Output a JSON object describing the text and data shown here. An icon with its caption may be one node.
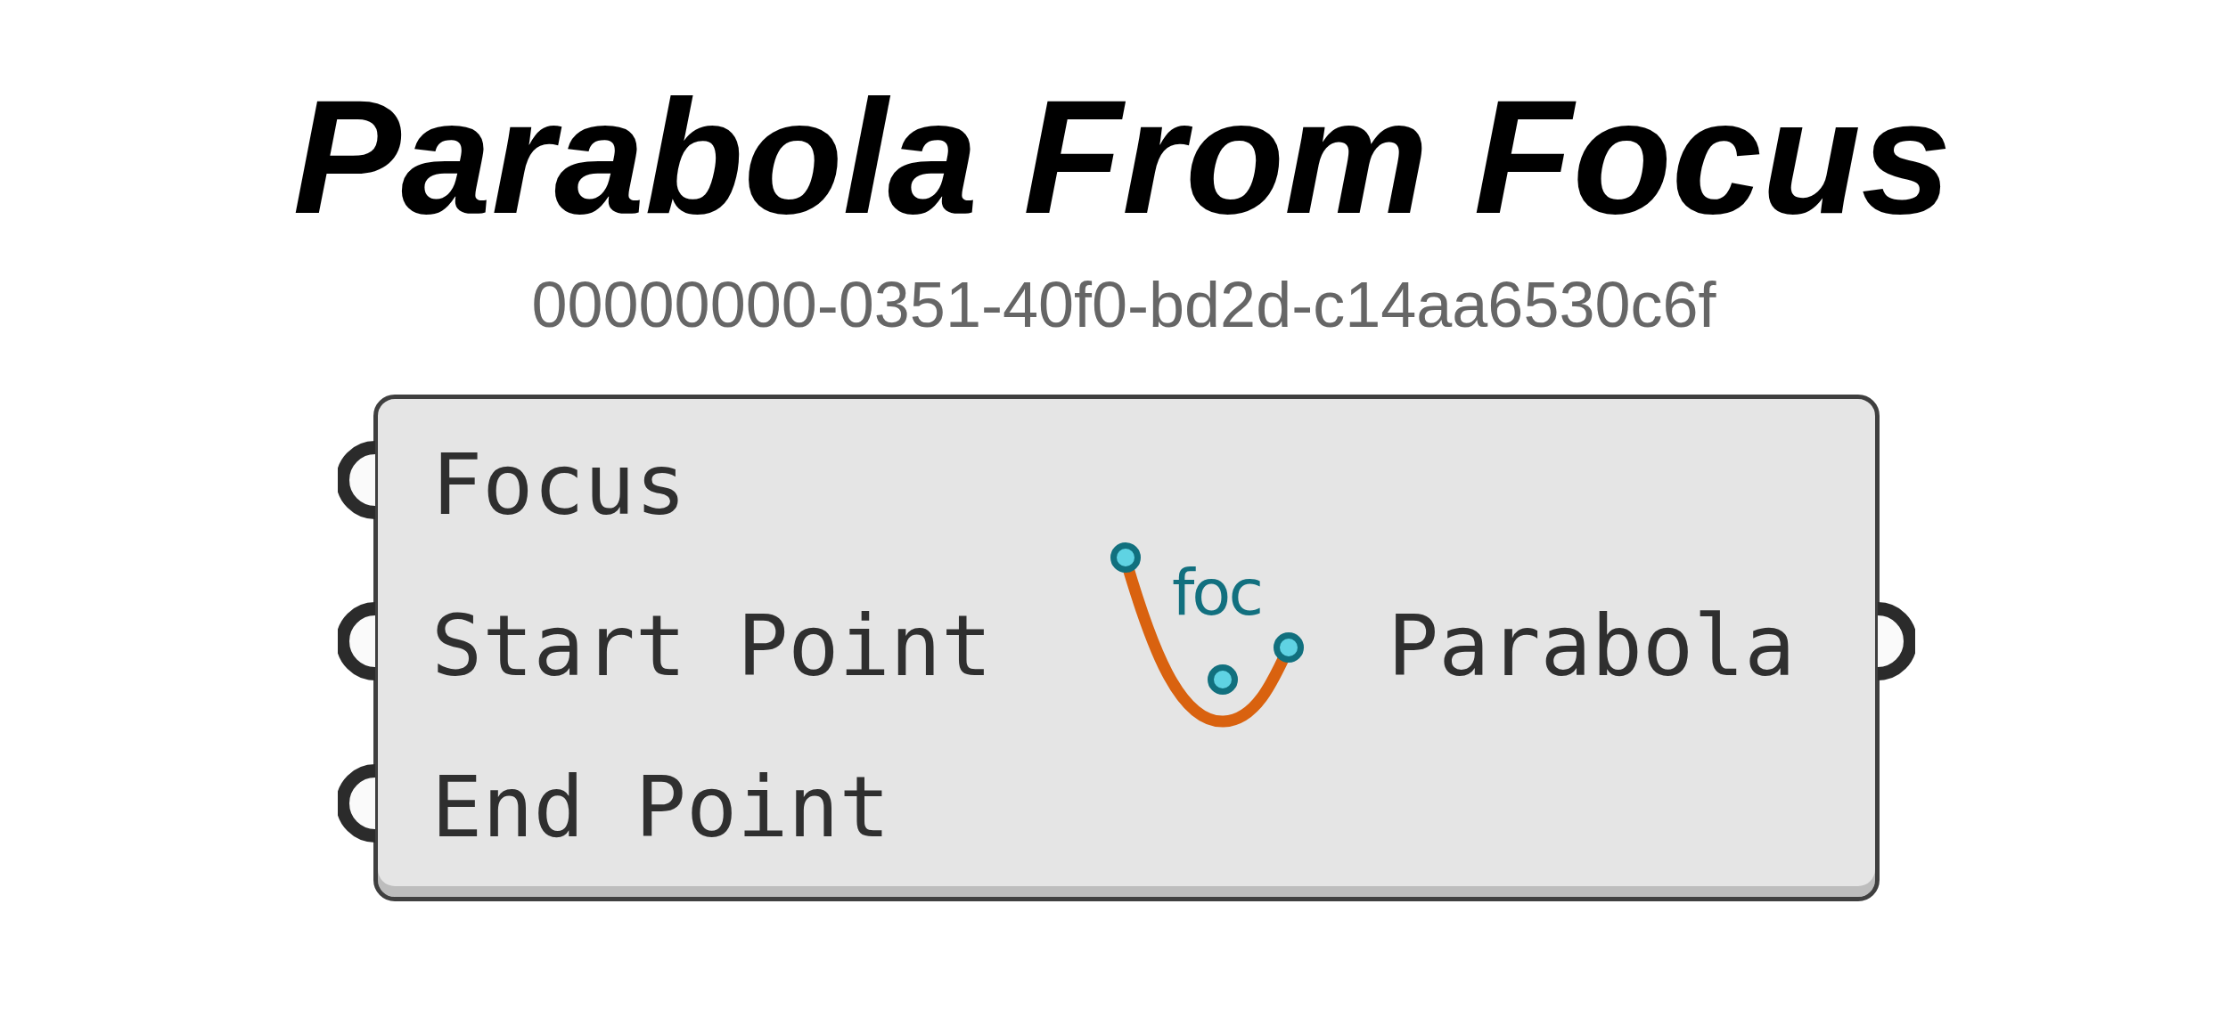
{
  "diagram": {
    "title": "Parabola From Focus",
    "nodes": [
      {
        "text": [
          "Focus",
          "Start Point",
          "End Point",
          "foc",
          "Parabola"
        ]
      }
    ],
    "labels": [
      "00000000-0351-40f0-bd2d-c14aa6530c6f"
    ]
  }
}
